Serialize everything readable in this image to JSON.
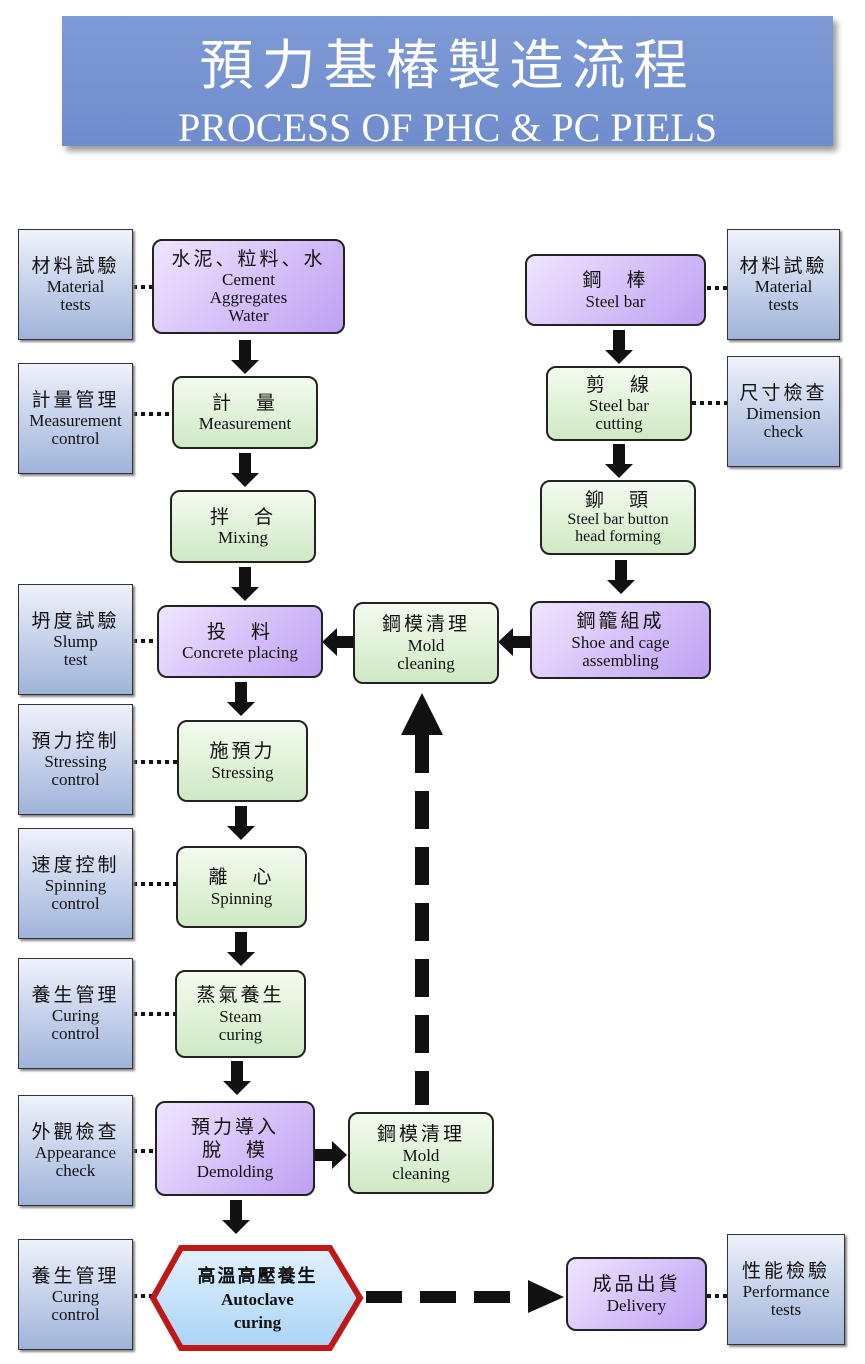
{
  "header": {
    "title_zh": "預力基樁製造流程",
    "title_en": "PROCESS OF PHC  &  PC PIELS"
  },
  "process": {
    "cement": {
      "zh": "水泥、粒料、水",
      "en": [
        "Cement",
        "Aggregates",
        "Water"
      ]
    },
    "measurement": {
      "zh": "計　量",
      "en": [
        "Measurement"
      ]
    },
    "mixing": {
      "zh": "拌　合",
      "en": [
        "Mixing"
      ]
    },
    "placing": {
      "zh": "投　料",
      "en": [
        "Concrete placing"
      ]
    },
    "stressing": {
      "zh": "施預力",
      "en": [
        "Stressing"
      ]
    },
    "spinning": {
      "zh": "離　心",
      "en": [
        "Spinning"
      ]
    },
    "steam": {
      "zh": "蒸氣養生",
      "en": [
        "Steam",
        "curing"
      ]
    },
    "demolding": {
      "zh": [
        "預力導入",
        "脫　模"
      ],
      "en": [
        "Demolding"
      ]
    },
    "autoclave": {
      "zh": "高溫高壓養生",
      "en": [
        "Autoclave",
        "curing"
      ]
    },
    "mold_upper": {
      "zh": "鋼模清理",
      "en": [
        "Mold",
        "cleaning"
      ]
    },
    "mold_lower": {
      "zh": "鋼模清理",
      "en": [
        "Mold",
        "cleaning"
      ]
    },
    "steel_bar": {
      "zh": "鋼　棒",
      "en": [
        "Steel bar"
      ]
    },
    "bar_cutting": {
      "zh": "剪　線",
      "en": [
        "Steel bar",
        "cutting"
      ]
    },
    "button": {
      "zh": "鉚　頭",
      "en": [
        "Steel bar button",
        "head forming"
      ]
    },
    "cage": {
      "zh": "鋼籠組成",
      "en": [
        "Shoe and cage",
        "assembling"
      ]
    },
    "delivery": {
      "zh": "成品出貨",
      "en": [
        "Delivery"
      ]
    }
  },
  "checks": {
    "material_left": {
      "zh": "材料試驗",
      "en": [
        "Material",
        "tests"
      ]
    },
    "measure_ctrl": {
      "zh": "計量管理",
      "en": [
        "Measurement",
        "control"
      ]
    },
    "slump": {
      "zh": "坍度試驗",
      "en": [
        "Slump",
        "test"
      ]
    },
    "stress_ctrl": {
      "zh": "預力控制",
      "en": [
        "Stressing",
        "control"
      ]
    },
    "speed_ctrl": {
      "zh": "速度控制",
      "en": [
        "Spinning",
        "control"
      ]
    },
    "curing_ctrl1": {
      "zh": "養生管理",
      "en": [
        "Curing",
        "control"
      ]
    },
    "appearance": {
      "zh": "外觀檢查",
      "en": [
        "Appearance",
        "check"
      ]
    },
    "curing_ctrl2": {
      "zh": "養生管理",
      "en": [
        "Curing",
        "control"
      ]
    },
    "material_right": {
      "zh": "材料試驗",
      "en": [
        "Material",
        "tests"
      ]
    },
    "dimension": {
      "zh": "尺寸檢查",
      "en": [
        "Dimension",
        "check"
      ]
    },
    "performance": {
      "zh": "性能檢驗",
      "en": [
        "Performance",
        "tests"
      ]
    }
  },
  "colors": {
    "header": "#7590d0",
    "green": "#d8eecf",
    "purple": "#c6a8f4",
    "blue": "#a9bce0",
    "hex_border": "#c01818",
    "hex_fill": "#b8dcf6"
  }
}
